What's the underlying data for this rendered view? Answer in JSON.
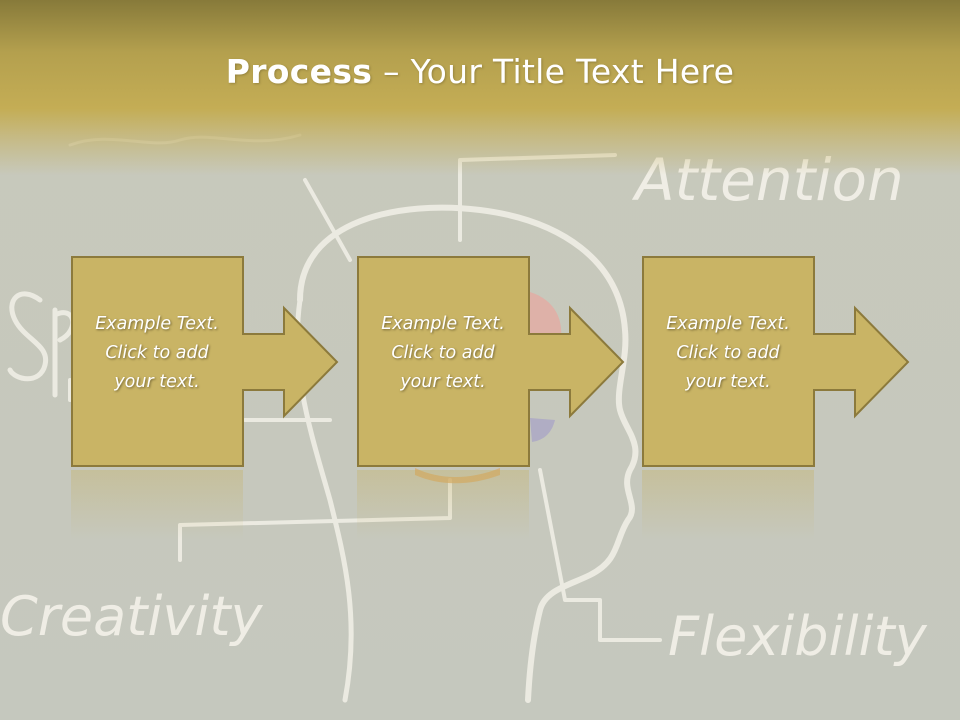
{
  "slide": {
    "title_bold": "Process",
    "title_rest": " – Your Title Text Here",
    "steps": [
      {
        "lines": [
          "Example Text.",
          "Click  to add",
          "your text."
        ]
      },
      {
        "lines": [
          "Example Text.",
          "Click  to add",
          "your text."
        ]
      },
      {
        "lines": [
          "Example Text.",
          "Click  to add",
          "your text."
        ]
      }
    ]
  },
  "background_words": {
    "attention": "Attention",
    "creativity": "Creativity",
    "flexibility": "Flexibility"
  },
  "colors": {
    "box_fill": "#c9b465",
    "box_stroke": "#8c7a3c",
    "band": "#c4ad55",
    "chalk": "#f1efe6"
  }
}
